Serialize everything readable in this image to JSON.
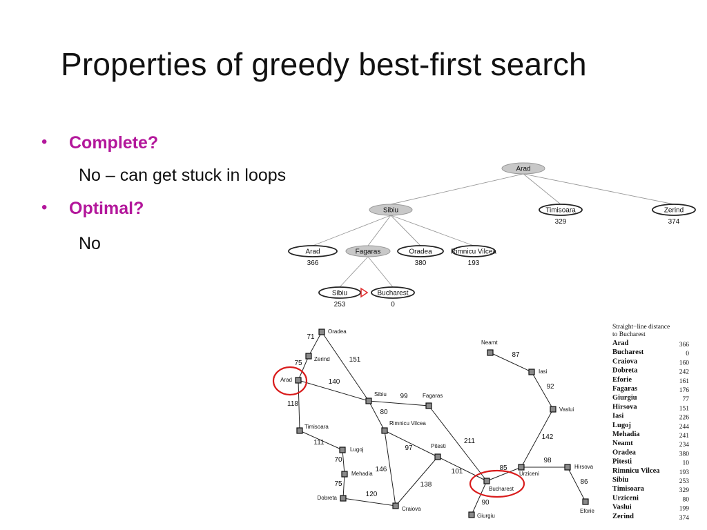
{
  "slide": {
    "title": "Properties of greedy best-first search",
    "bullets": [
      {
        "question": "Complete?",
        "answer": "No – can get stuck in loops"
      },
      {
        "question": "Optimal?",
        "answer": "No"
      }
    ],
    "colors": {
      "question": "#b3179b",
      "expanded_node": "#c8c8c8",
      "highlight_circle": "#d91c1c",
      "goal_arrow": "#e03030"
    }
  },
  "search_tree": {
    "nodes": [
      {
        "id": "arad_root",
        "label": "Arad",
        "h": "",
        "expanded": true
      },
      {
        "id": "sibiu",
        "label": "Sibiu",
        "h": "",
        "expanded": true
      },
      {
        "id": "timisoara",
        "label": "Timisoara",
        "h": "329",
        "expanded": false
      },
      {
        "id": "zerind",
        "label": "Zerind",
        "h": "374",
        "expanded": false
      },
      {
        "id": "arad2",
        "label": "Arad",
        "h": "366",
        "expanded": false
      },
      {
        "id": "fagaras",
        "label": "Fagaras",
        "h": "",
        "expanded": true
      },
      {
        "id": "oradea",
        "label": "Oradea",
        "h": "380",
        "expanded": false
      },
      {
        "id": "rimnicu",
        "label": "Rimnicu Vilcea",
        "h": "193",
        "expanded": false
      },
      {
        "id": "sibiu2",
        "label": "Sibiu",
        "h": "253",
        "expanded": false
      },
      {
        "id": "bucharest",
        "label": "Bucharest",
        "h": "0",
        "expanded": false
      }
    ],
    "edges": [
      [
        "arad_root",
        "sibiu"
      ],
      [
        "arad_root",
        "timisoara"
      ],
      [
        "arad_root",
        "zerind"
      ],
      [
        "sibiu",
        "arad2"
      ],
      [
        "sibiu",
        "fagaras"
      ],
      [
        "sibiu",
        "oradea"
      ],
      [
        "sibiu",
        "rimnicu"
      ],
      [
        "fagaras",
        "sibiu2"
      ],
      [
        "fagaras",
        "bucharest"
      ]
    ]
  },
  "romania_map": {
    "cities": [
      {
        "id": "oradea",
        "label": "Oradea"
      },
      {
        "id": "zerind",
        "label": "Zerind"
      },
      {
        "id": "arad",
        "label": "Arad"
      },
      {
        "id": "timisoara",
        "label": "Timisoara"
      },
      {
        "id": "lugoj",
        "label": "Lugoj"
      },
      {
        "id": "mehadia",
        "label": "Mehadia"
      },
      {
        "id": "dobreta",
        "label": "Dobreta"
      },
      {
        "id": "craiova",
        "label": "Craiova"
      },
      {
        "id": "sibiu",
        "label": "Sibiu"
      },
      {
        "id": "rimnicu",
        "label": "Rimnicu Vilcea"
      },
      {
        "id": "fagaras",
        "label": "Fagaras"
      },
      {
        "id": "pitesti",
        "label": "Pitesti"
      },
      {
        "id": "bucharest",
        "label": "Bucharest"
      },
      {
        "id": "giurgiu",
        "label": "Giurgiu"
      },
      {
        "id": "urziceni",
        "label": "Urziceni"
      },
      {
        "id": "hirsova",
        "label": "Hirsova"
      },
      {
        "id": "eforie",
        "label": "Eforie"
      },
      {
        "id": "vaslui",
        "label": "Vaslui"
      },
      {
        "id": "iasi",
        "label": "Iasi"
      },
      {
        "id": "neamt",
        "label": "Neamt"
      }
    ],
    "roads": [
      {
        "from": "oradea",
        "to": "zerind",
        "distance": "71"
      },
      {
        "from": "zerind",
        "to": "arad",
        "distance": "75"
      },
      {
        "from": "oradea",
        "to": "sibiu",
        "distance": "151"
      },
      {
        "from": "arad",
        "to": "sibiu",
        "distance": "140"
      },
      {
        "from": "arad",
        "to": "timisoara",
        "distance": "118"
      },
      {
        "from": "timisoara",
        "to": "lugoj",
        "distance": "111"
      },
      {
        "from": "lugoj",
        "to": "mehadia",
        "distance": "70"
      },
      {
        "from": "mehadia",
        "to": "dobreta",
        "distance": "75"
      },
      {
        "from": "dobreta",
        "to": "craiova",
        "distance": "120"
      },
      {
        "from": "sibiu",
        "to": "fagaras",
        "distance": "99"
      },
      {
        "from": "sibiu",
        "to": "rimnicu",
        "distance": "80"
      },
      {
        "from": "rimnicu",
        "to": "pitesti",
        "distance": "97"
      },
      {
        "from": "rimnicu",
        "to": "craiova",
        "distance": "146"
      },
      {
        "from": "craiova",
        "to": "pitesti",
        "distance": "138"
      },
      {
        "from": "fagaras",
        "to": "bucharest",
        "distance": "211"
      },
      {
        "from": "pitesti",
        "to": "bucharest",
        "distance": "101"
      },
      {
        "from": "bucharest",
        "to": "giurgiu",
        "distance": "90"
      },
      {
        "from": "bucharest",
        "to": "urziceni",
        "distance": "85"
      },
      {
        "from": "urziceni",
        "to": "hirsova",
        "distance": "98"
      },
      {
        "from": "hirsova",
        "to": "eforie",
        "distance": "86"
      },
      {
        "from": "urziceni",
        "to": "vaslui",
        "distance": "142"
      },
      {
        "from": "vaslui",
        "to": "iasi",
        "distance": "92"
      },
      {
        "from": "iasi",
        "to": "neamt",
        "distance": "87"
      }
    ],
    "highlighted": [
      "arad",
      "bucharest"
    ]
  },
  "straight_line_table": {
    "title_line1": "Straight−line distance",
    "title_line2": "to Bucharest",
    "rows": [
      {
        "city": "Arad",
        "value": "366"
      },
      {
        "city": "Bucharest",
        "value": "0"
      },
      {
        "city": "Craiova",
        "value": "160"
      },
      {
        "city": "Dobreta",
        "value": "242"
      },
      {
        "city": "Eforie",
        "value": "161"
      },
      {
        "city": "Fagaras",
        "value": "176"
      },
      {
        "city": "Giurgiu",
        "value": "77"
      },
      {
        "city": "Hirsova",
        "value": "151"
      },
      {
        "city": "Iasi",
        "value": "226"
      },
      {
        "city": "Lugoj",
        "value": "244"
      },
      {
        "city": "Mehadia",
        "value": "241"
      },
      {
        "city": "Neamt",
        "value": "234"
      },
      {
        "city": "Oradea",
        "value": "380"
      },
      {
        "city": "Pitesti",
        "value": "10"
      },
      {
        "city": "Rimnicu Vilcea",
        "value": "193"
      },
      {
        "city": "Sibiu",
        "value": "253"
      },
      {
        "city": "Timisoara",
        "value": "329"
      },
      {
        "city": "Urziceni",
        "value": "80"
      },
      {
        "city": "Vaslui",
        "value": "199"
      },
      {
        "city": "Zerind",
        "value": "374"
      }
    ]
  }
}
